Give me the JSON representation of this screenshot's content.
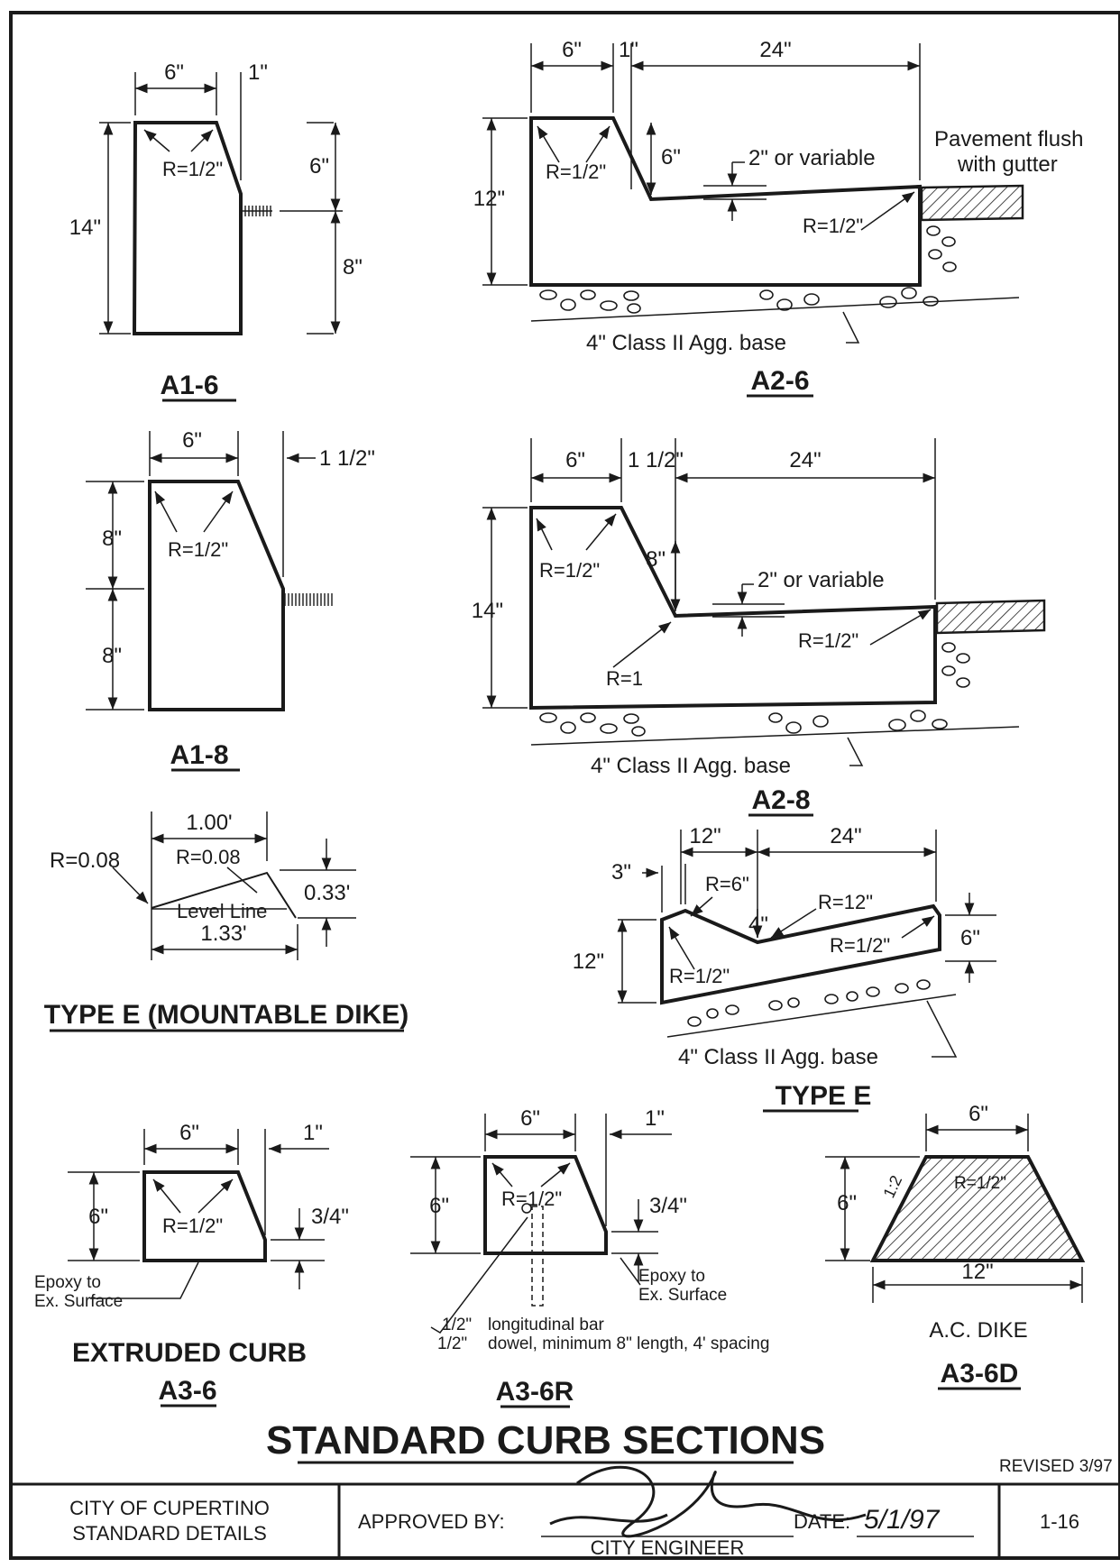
{
  "sheet": {
    "main_title": "STANDARD CURB SECTIONS",
    "revised": "REVISED 3/97",
    "city_block": {
      "line1": "CITY OF CUPERTINO",
      "line2": "STANDARD DETAILS"
    },
    "approval": {
      "approved_by": "APPROVED BY:",
      "role": "CITY ENGINEER",
      "date_label": "DATE:",
      "date_value": "5/1/97"
    },
    "sheet_number": "1-16"
  },
  "a16": {
    "title": "A1-6",
    "w6": "6\"",
    "w1": "1\"",
    "h14": "14\"",
    "h6": "6\"",
    "h8": "8\"",
    "radius": "R=1/2\""
  },
  "a26": {
    "title": "A2-6",
    "w6": "6\"",
    "w1": "1\"",
    "w24": "24\"",
    "h12": "12\"",
    "h6": "6\"",
    "var": "2\" or variable",
    "pave1": "Pavement flush",
    "pave2": "with gutter",
    "r1": "R=1/2\"",
    "r2": "R=1/2\"",
    "base": "4\" Class II Agg. base"
  },
  "a18": {
    "title": "A1-8",
    "w6": "6\"",
    "w15": "1 1/2\"",
    "h8a": "8\"",
    "h8b": "8\"",
    "radius": "R=1/2\""
  },
  "a28": {
    "title": "A2-8",
    "w6": "6\"",
    "w15": "1 1/2\"",
    "w24": "24\"",
    "h14": "14\"",
    "h8": "8\"",
    "var": "2\" or variable",
    "r1": "R=1/2\"",
    "r2": "R=1/2\"",
    "r3": "R=1",
    "base": "4\" Class II Agg. base"
  },
  "dike": {
    "title": "TYPE E (MOUNTABLE DIKE)",
    "w100": "1.00'",
    "w133": "1.33'",
    "h033": "0.33'",
    "r_out": "R=0.08",
    "r_in": "R=0.08",
    "level": "Level Line"
  },
  "typee": {
    "title": "TYPE E",
    "w12": "12\"",
    "w24": "24\"",
    "w3": "3\"",
    "h12": "12\"",
    "h6": "6\"",
    "h4": "4\"",
    "r6": "R=6\"",
    "r12": "R=12\"",
    "r_half1": "R=1/2\"",
    "r_half2": "R=1/2\"",
    "base": "4\" Class II Agg. base"
  },
  "extruded": {
    "title1": "EXTRUDED CURB",
    "title2": "A3-6",
    "w6": "6\"",
    "w1": "1\"",
    "h6": "6\"",
    "h34": "3/4\"",
    "radius": "R=1/2\"",
    "epoxy1": "Epoxy to",
    "epoxy2": "Ex. Surface"
  },
  "a36r": {
    "title": "A3-6R",
    "w6": "6\"",
    "w1": "1\"",
    "h6": "6\"",
    "h34": "3/4\"",
    "radius": "R=1/2\"",
    "epoxy1": "Epoxy to",
    "epoxy2": "Ex. Surface",
    "note1a": "1/2\"",
    "note1b": "longitudinal bar",
    "note2a": "1/2\"",
    "note2b": "dowel, minimum 8\" length, 4' spacing"
  },
  "a36d": {
    "title": "A3-6D",
    "subtitle": "A.C. DIKE",
    "w6": "6\"",
    "w12": "12\"",
    "h6": "6\"",
    "radius": "R=1/2\"",
    "slope": "1:2"
  }
}
